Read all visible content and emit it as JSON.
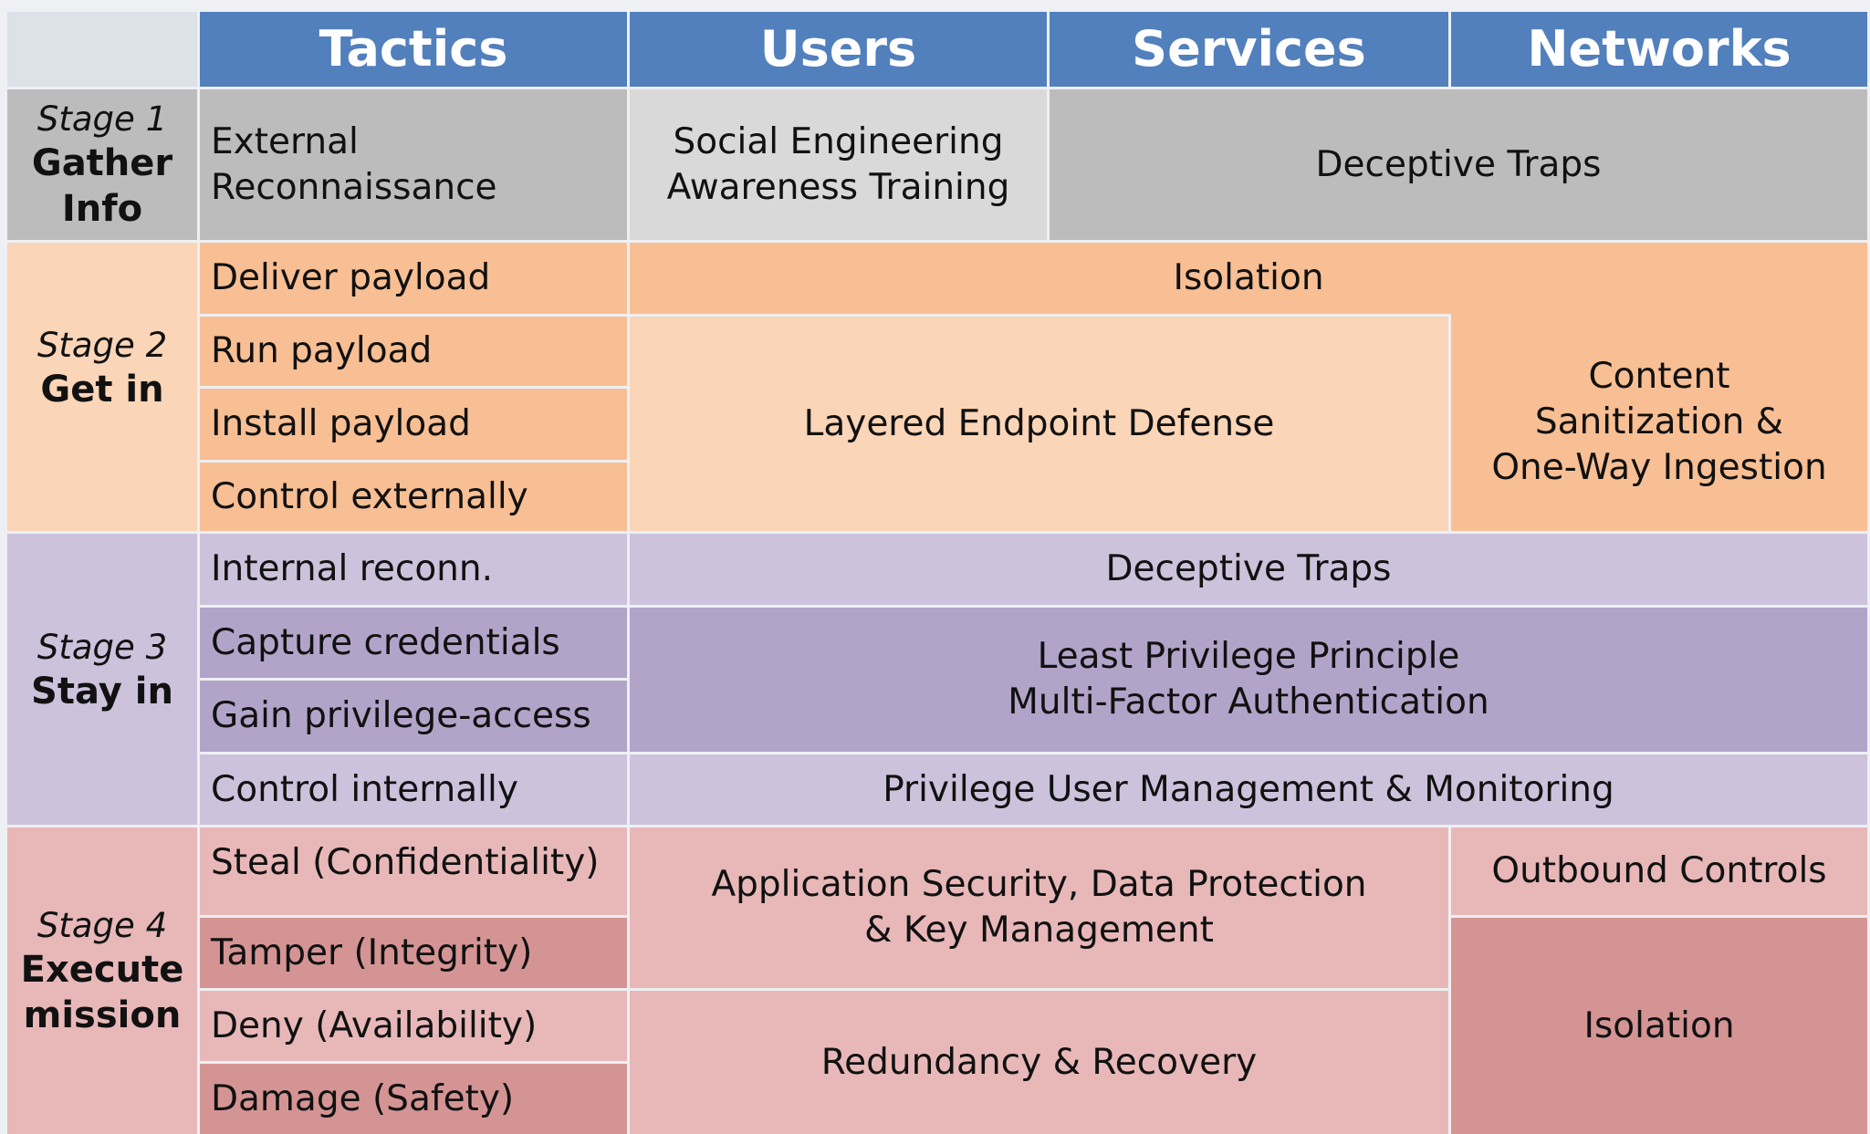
{
  "colors": {
    "header": "#5280bd",
    "stage1": "#bcbcbc",
    "stage1_light": "#d9d9d9",
    "stage2_light": "#fad5b7",
    "stage2_dark": "#f8bf94",
    "stage3_light": "#cdc2dc",
    "stage3_dark": "#b2a4c9",
    "stage4_light": "#e8b8b9",
    "stage4_dark": "#d59494"
  },
  "headers": [
    "Tactics",
    "Users",
    "Services",
    "Networks"
  ],
  "stages": [
    {
      "num": "Stage 1",
      "name": "Gather\nInfo"
    },
    {
      "num": "Stage 2",
      "name": "Get in"
    },
    {
      "num": "Stage 3",
      "name": "Stay in"
    },
    {
      "num": "Stage 4",
      "name": "Execute\nmission"
    }
  ],
  "tactics": [
    "External\nReconnaissance",
    "Deliver payload",
    "Run payload",
    "Install payload",
    "Control externally",
    "Internal reconn.",
    "Capture credentials",
    "Gain privilege-access",
    "Control internally",
    "Steal (Confidentiality)",
    "Tamper (Integrity)",
    "Deny (Availability)",
    "Damage (Safety)"
  ],
  "controls": {
    "social_engineering": "Social Engineering\nAwareness Training",
    "deceptive_traps_1": "Deceptive Traps",
    "isolation_2": "Isolation",
    "layered_endpoint": "Layered Endpoint Defense",
    "content_sanitization": "Content\nSanitization &\nOne-Way Ingestion",
    "deceptive_traps_3": "Deceptive Traps",
    "least_privilege": "Least Privilege Principle\nMulti-Factor Authentication",
    "privilege_user_mgmt": "Privilege User Management & Monitoring",
    "app_security": "Application Security, Data Protection\n& Key Management",
    "outbound_controls": "Outbound Controls",
    "redundancy": "Redundancy & Recovery",
    "isolation_4": "Isolation"
  }
}
